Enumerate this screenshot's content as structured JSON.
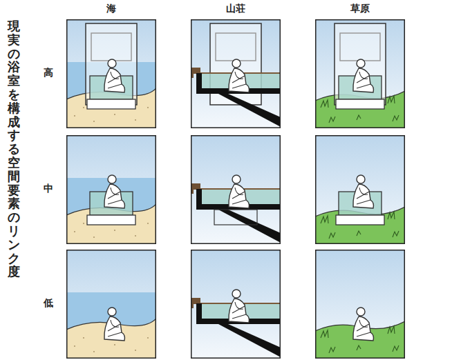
{
  "diagram": {
    "labels": [
      "海",
      "山荘",
      "草原",
      "高",
      "中",
      "低",
      "現実の浴室を構成する空間要素のリンク度"
    ]
  }
}
